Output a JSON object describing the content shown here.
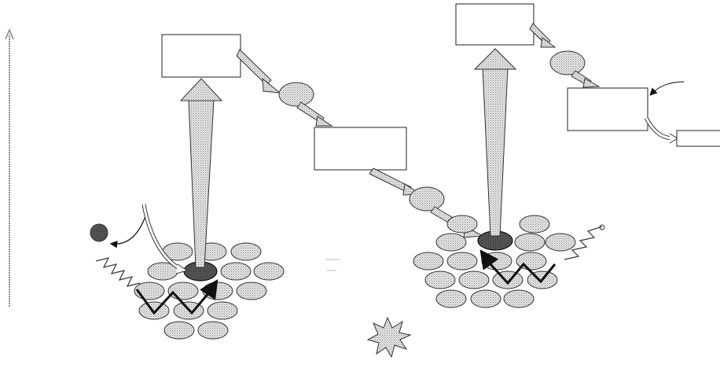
{
  "diagram": {
    "title": "",
    "boxes": [
      {
        "id": "box-1",
        "label": ""
      },
      {
        "id": "box-2",
        "label": ""
      },
      {
        "id": "box-3",
        "label": ""
      },
      {
        "id": "box-4",
        "label": ""
      },
      {
        "id": "box-5",
        "label": ""
      }
    ],
    "carrier_ellipses": [
      {
        "id": "carrier-1",
        "label": ""
      },
      {
        "id": "carrier-2",
        "label": ""
      },
      {
        "id": "carrier-3",
        "label": ""
      }
    ],
    "colors": {
      "stipple_fill": "#c8c8c8",
      "reaction_center": "#6a6a6a",
      "ejected_electron": "#777777",
      "outline": "#222222"
    },
    "icons": [
      "photon-zigzag-icon",
      "electron-path-icon",
      "light-burst-icon",
      "energy-axis-arrow-icon"
    ]
  }
}
